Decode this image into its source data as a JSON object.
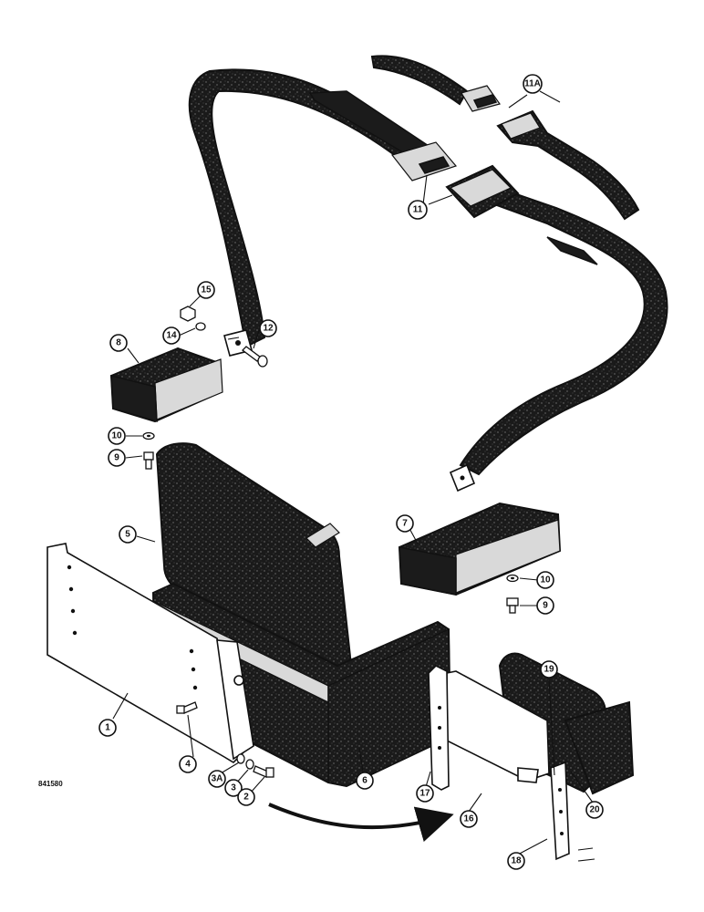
{
  "drawing_ref": "841580",
  "callouts": [
    {
      "id": "c1",
      "label": "1"
    },
    {
      "id": "c2",
      "label": "2"
    },
    {
      "id": "c3",
      "label": "3"
    },
    {
      "id": "c3a",
      "label": "3A"
    },
    {
      "id": "c4",
      "label": "4"
    },
    {
      "id": "c5",
      "label": "5"
    },
    {
      "id": "c6",
      "label": "6"
    },
    {
      "id": "c7",
      "label": "7"
    },
    {
      "id": "c8",
      "label": "8"
    },
    {
      "id": "c9a",
      "label": "9"
    },
    {
      "id": "c9b",
      "label": "9"
    },
    {
      "id": "c10a",
      "label": "10"
    },
    {
      "id": "c10b",
      "label": "10"
    },
    {
      "id": "c11",
      "label": "11"
    },
    {
      "id": "c11a",
      "label": "11A"
    },
    {
      "id": "c12",
      "label": "12"
    },
    {
      "id": "c14",
      "label": "14"
    },
    {
      "id": "c15",
      "label": "15"
    },
    {
      "id": "c16",
      "label": "16"
    },
    {
      "id": "c17",
      "label": "17"
    },
    {
      "id": "c18",
      "label": "18"
    },
    {
      "id": "c19",
      "label": "19"
    },
    {
      "id": "c20",
      "label": "20"
    }
  ]
}
